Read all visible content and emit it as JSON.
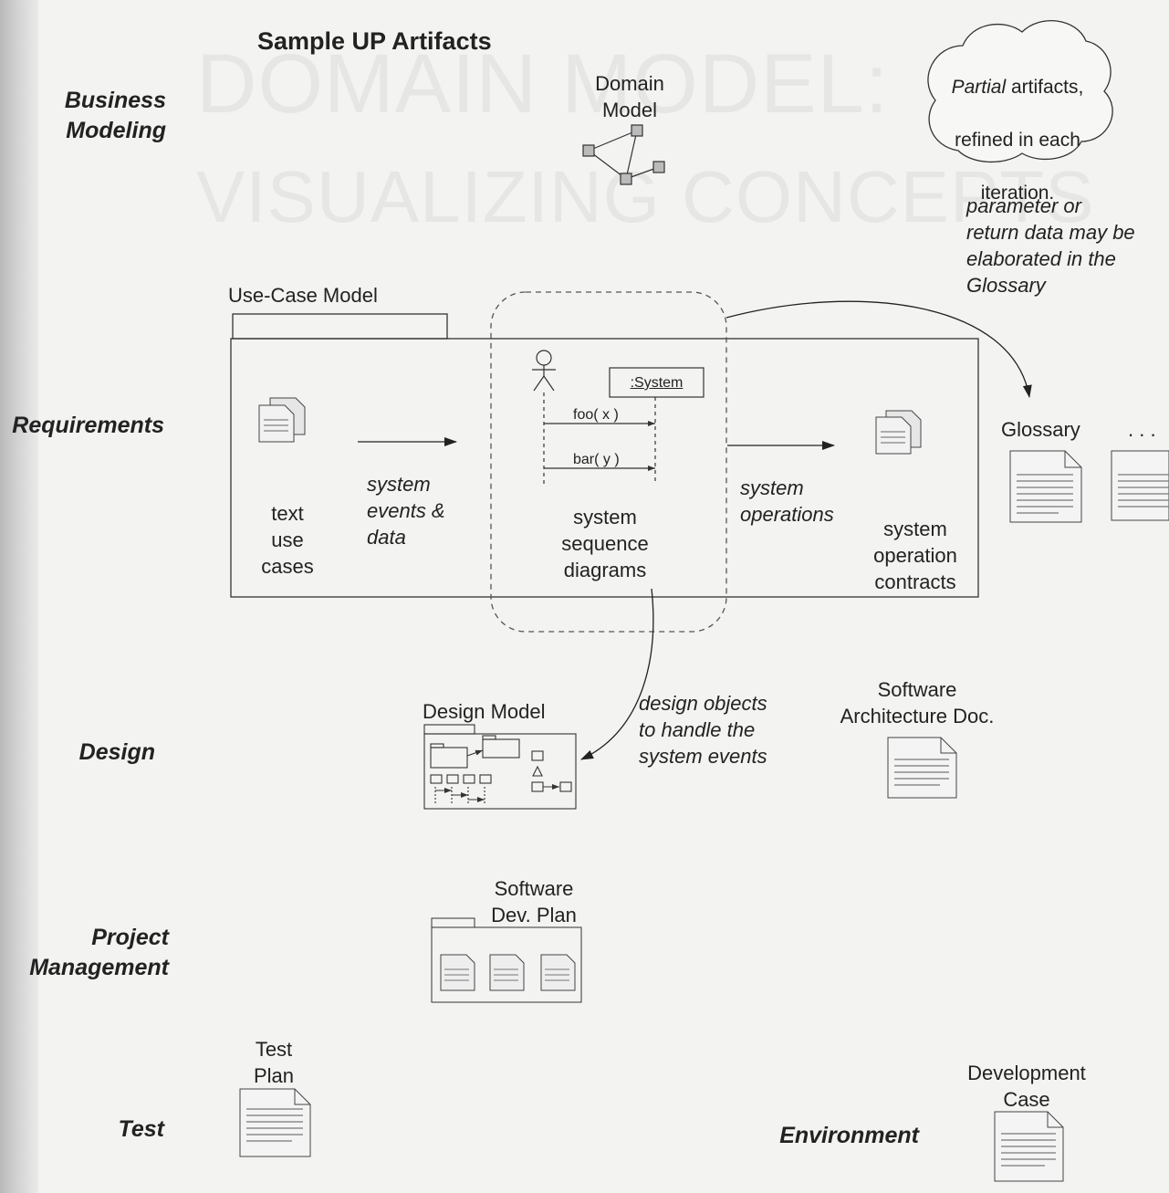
{
  "title": "Sample UP Artifacts",
  "background_heading": {
    "line1": "DOMAIN MODEL:",
    "line2": "VISUALIZING CONCEPTS"
  },
  "lanes": {
    "business_modeling": "Business\nModeling",
    "requirements": "Requirements",
    "design": "Design",
    "project_management": "Project\nManagement",
    "test": "Test",
    "environment": "Environment"
  },
  "cloud_note": {
    "emphasis": "Partial",
    "rest_line1": " artifacts,",
    "line2": "refined in each",
    "line3": "iteration."
  },
  "domain_model_label": "Domain\nModel",
  "use_case_model_label": "Use-Case Model",
  "text_use_cases_label": "text\nuse\ncases",
  "system_events_label": "system\nevents &\ndata",
  "ssd": {
    "object": ":System",
    "message1": "foo( x )",
    "message2": "bar( y )",
    "label": "system\nsequence\ndiagrams"
  },
  "system_operations_label": "system\noperations",
  "contracts_label": "system\noperation\ncontracts",
  "glossary_note": "parameter or\nreturn data may be\nelaborated in the\nGlossary",
  "glossary_label": "Glossary",
  "ellipsis": ". . .",
  "design_model_label": "Design Model",
  "design_objects_note": "design objects\nto handle the\nsystem events",
  "sad_label": "Software\nArchitecture Doc.",
  "sdp_label": "Software\nDev. Plan",
  "test_plan_label": "Test\nPlan",
  "dev_case_label": "Development\nCase"
}
